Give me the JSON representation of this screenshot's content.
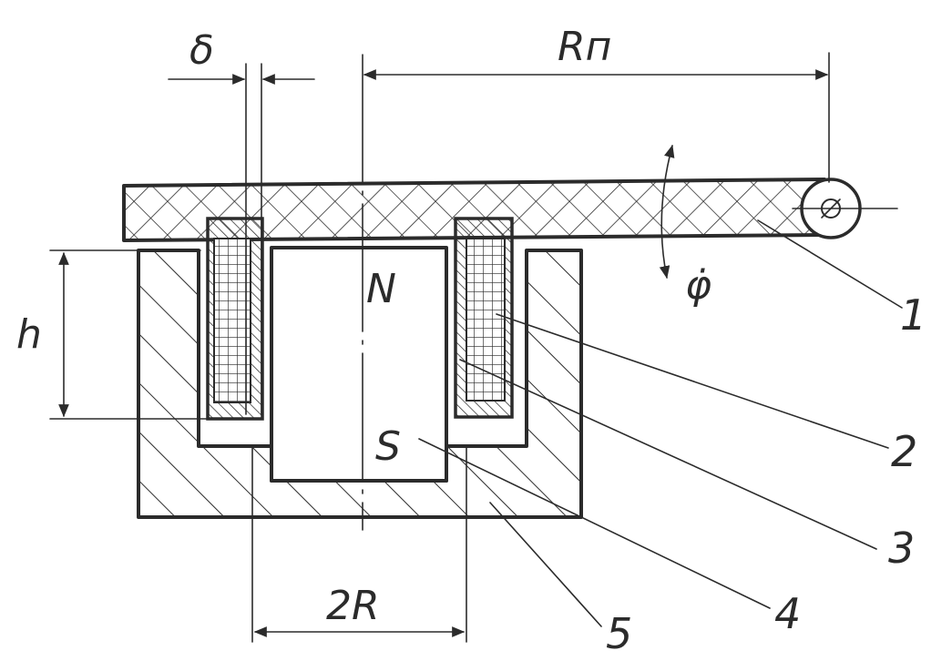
{
  "labels": {
    "delta": "δ",
    "rp": "Rп",
    "h": "h",
    "two_r": "2R",
    "n": "N",
    "s": "S",
    "phi_dot": "φ̇"
  },
  "callouts": [
    "1",
    "2",
    "3",
    "4",
    "5"
  ]
}
